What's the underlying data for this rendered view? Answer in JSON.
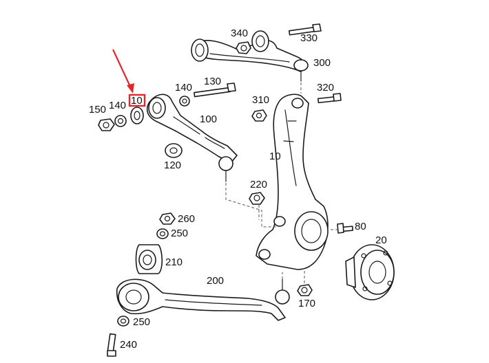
{
  "labels": {
    "p10": "10",
    "p20": "20",
    "p80": "80",
    "p100": "100",
    "p120": "120",
    "p130": "130",
    "p140a": "140",
    "p140b": "140",
    "p150": "150",
    "p170": "170",
    "p200": "200",
    "p210": "210",
    "p220": "220",
    "p240": "240",
    "p250a": "250",
    "p250b": "250",
    "p260": "260",
    "p300": "300",
    "p310": "310",
    "p320": "320",
    "p330": "330",
    "p340": "340",
    "highlight_box_text": "10"
  },
  "colors": {
    "highlight": "#e3262b",
    "line": "#1a1a1a"
  }
}
